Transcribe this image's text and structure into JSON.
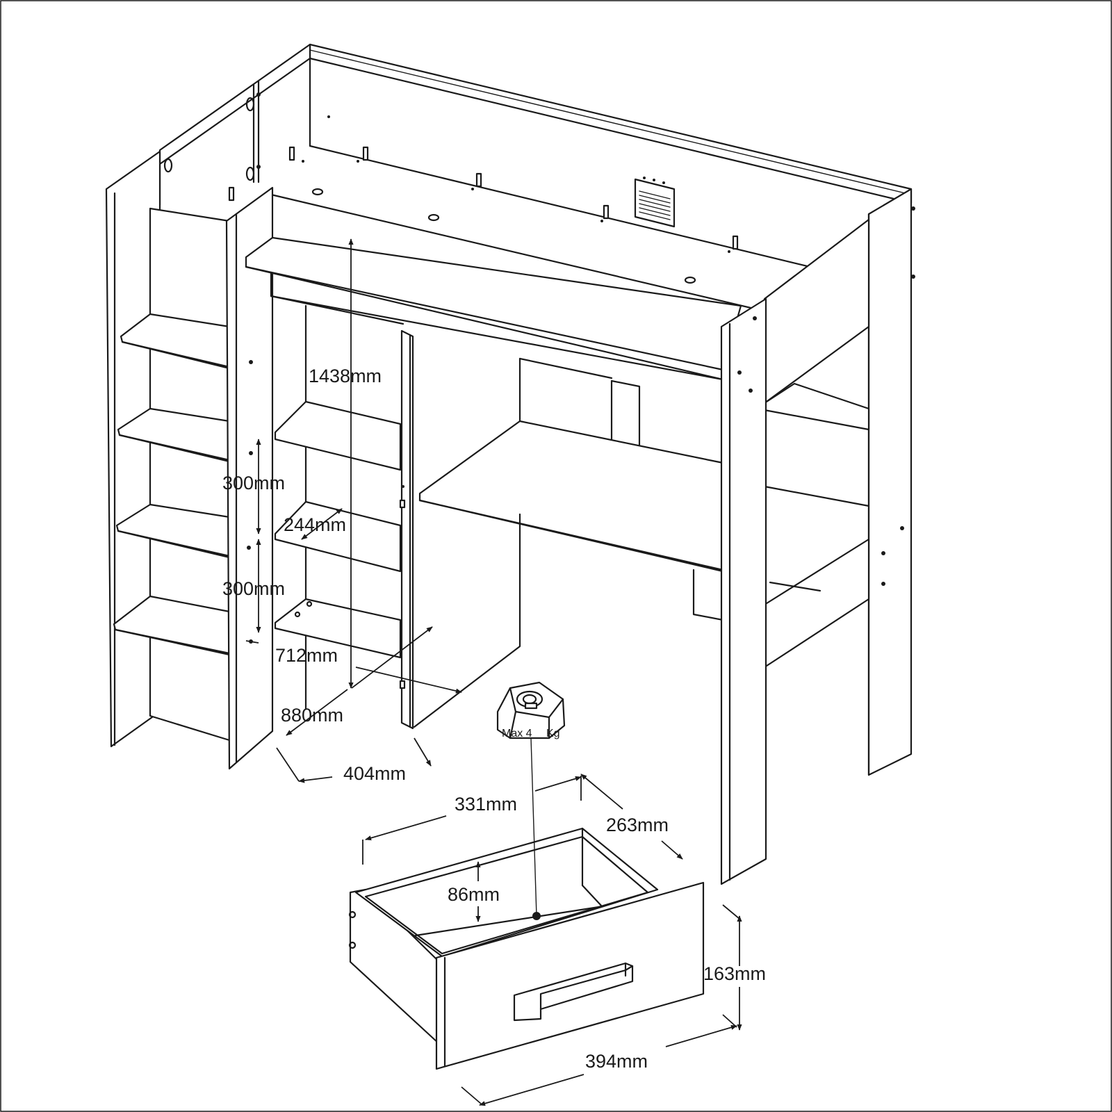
{
  "dimensions": {
    "height_total": "1438mm",
    "shelf_spacing_upper": "300mm",
    "shelf_spacing_lower": "300mm",
    "shelf_depth": "244mm",
    "desk_height": "712mm",
    "depth_total": "880mm",
    "frame_side_depth": "404mm",
    "drawer_inner_width": "331mm",
    "drawer_inner_depth": "263mm",
    "drawer_inner_height": "86mm",
    "drawer_front_height": "163mm",
    "drawer_front_width": "394mm"
  },
  "weight_tag": {
    "text_left": "Max 4",
    "text_right": "Kg"
  }
}
